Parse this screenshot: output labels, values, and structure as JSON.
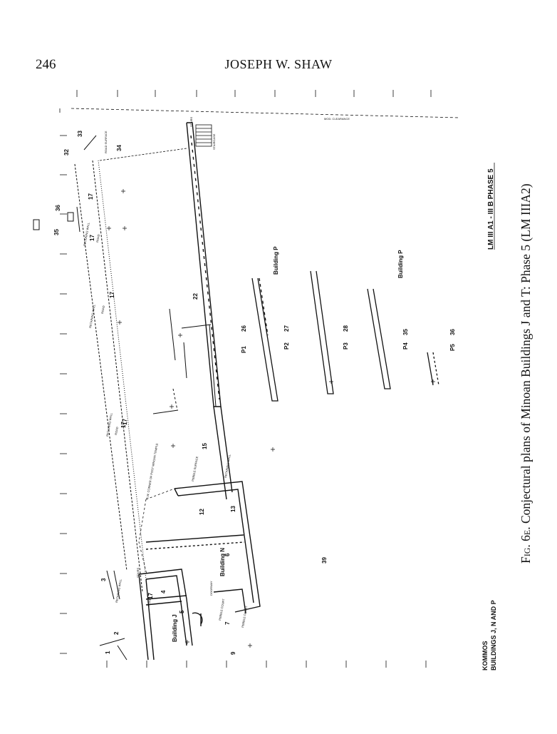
{
  "header": {
    "page_number": "246",
    "running_head": "JOSEPH W. SHAW"
  },
  "plan": {
    "site_title": "KOMMOS",
    "site_subtitle": "BUILDINGS J, N AND P",
    "phase_title": "LM III A1 - III B PHASE 5",
    "buildings": [
      "Building J",
      "Building N",
      "Building P",
      "Building P"
    ],
    "labels": [
      "STAIRCASE",
      "ROAD SURFACE",
      "RETAINING WALL",
      "RETAINING WALL",
      "RETAINING WALL",
      "RETAINING WALL",
      "RETAINING WALL",
      "ROAD",
      "ROAD",
      "ROAD",
      "ROAD",
      "PEBBLE SURFACE",
      "PEBBLE COURT",
      "PEBBLE COURT",
      "S.W. CORNER OF POST MINOAN TEMPLE",
      "STAIRS",
      "STAIRS",
      "DOORWAY",
      "MOD. CLEARANCE"
    ],
    "rooms": [
      "1",
      "2",
      "3",
      "4",
      "5",
      "6",
      "7",
      "9",
      "12",
      "13",
      "15",
      "17",
      "17",
      "17",
      "17",
      "17",
      "17",
      "22",
      "26",
      "27",
      "28",
      "32",
      "33",
      "34",
      "35",
      "36",
      "35",
      "36",
      "39"
    ],
    "rooms_p": [
      "P1",
      "P2",
      "P3",
      "P4",
      "P5"
    ]
  },
  "caption": {
    "fig_label": "Fig. 6e.",
    "text": "Conjectural plans of Minoan Buildings J and T: Phase 5 (LM IIIA2)"
  }
}
